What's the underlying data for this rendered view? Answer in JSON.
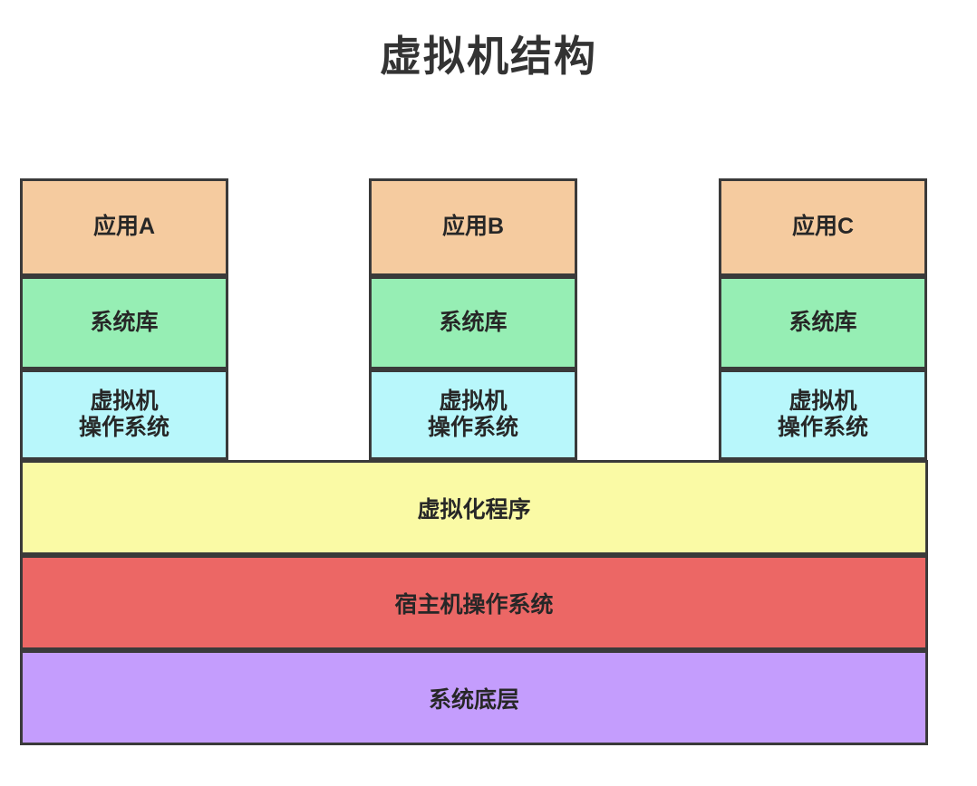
{
  "title": "虚拟机结构",
  "colors": {
    "app": "#f5cb9f",
    "lib": "#96eeb4",
    "guest_os": "#b8f7fb",
    "hypervisor": "#fafaa5",
    "host_os": "#ec6765",
    "hardware": "#c49dfd",
    "border": "#3a3a3a",
    "text": "#272727",
    "title_text": "#333333",
    "background": "#ffffff"
  },
  "diagram": {
    "type": "layered-stack",
    "columns": [
      {
        "app": "应用A",
        "lib": "系统库",
        "guest_os": "虚拟机\n操作系统"
      },
      {
        "app": "应用B",
        "lib": "系统库",
        "guest_os": "虚拟机\n操作系统"
      },
      {
        "app": "应用C",
        "lib": "系统库",
        "guest_os": "虚拟机\n操作系统"
      }
    ],
    "layers": [
      {
        "label": "虚拟化程序"
      },
      {
        "label": "宿主机操作系统"
      },
      {
        "label": "系统底层"
      }
    ]
  }
}
